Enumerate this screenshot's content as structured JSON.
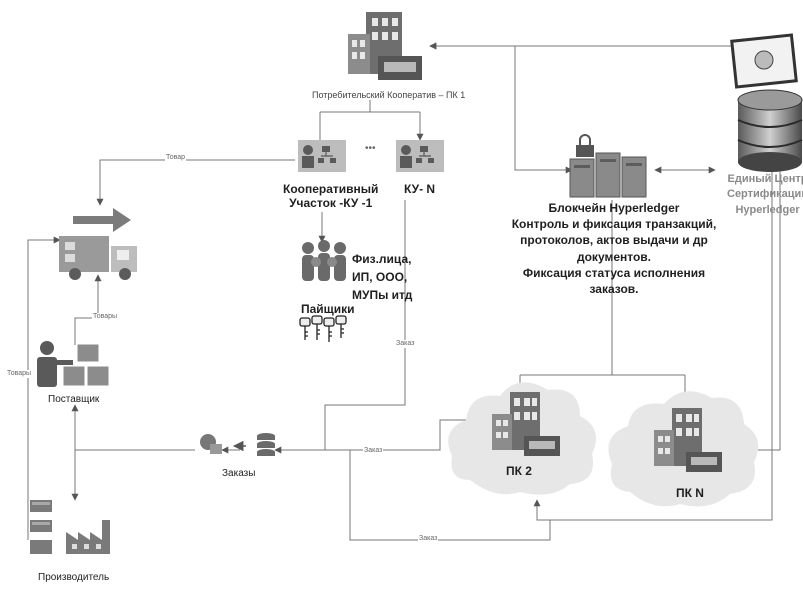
{
  "nodes": {
    "pk1_label": "Потребительский Кооператив – ПК 1",
    "ku1_label_line1": "Кооперативный",
    "ku1_label_line2": "Участок -КУ -1",
    "kun_label": "КУ- N",
    "members_text_line1": "Физ.лица,",
    "members_text_line2": "ИП, ООО,",
    "members_text_line3": "МУПы итд",
    "members_label": "Пайщики",
    "blockchain_title": "Блокчейн Hyperledger",
    "blockchain_desc_line1": "Контроль и фиксация транзакций,",
    "blockchain_desc_line2": "протоколов, актов выдачи и др",
    "blockchain_desc_line3": "документов.",
    "blockchain_desc_line4": "Фиксация статуса исполнения",
    "blockchain_desc_line5": "заказов.",
    "ca_line1": "Единый Центр",
    "ca_line2": "Сертификации",
    "ca_line3": "Hyperledger",
    "pk2_label": "ПК 2",
    "pkn_label": "ПК N",
    "supplier_label": "Поставщик",
    "orders_label": "Заказы",
    "producer_label": "Производитель",
    "ellipsis": "•••"
  },
  "edges": {
    "tovar": "Товар",
    "tovary_up": "Товары",
    "tovary_left": "Товары",
    "zakaz_vertical": "Заказ",
    "zakaz_middle": "Заказ",
    "zakaz_bottom": "Заказ"
  }
}
